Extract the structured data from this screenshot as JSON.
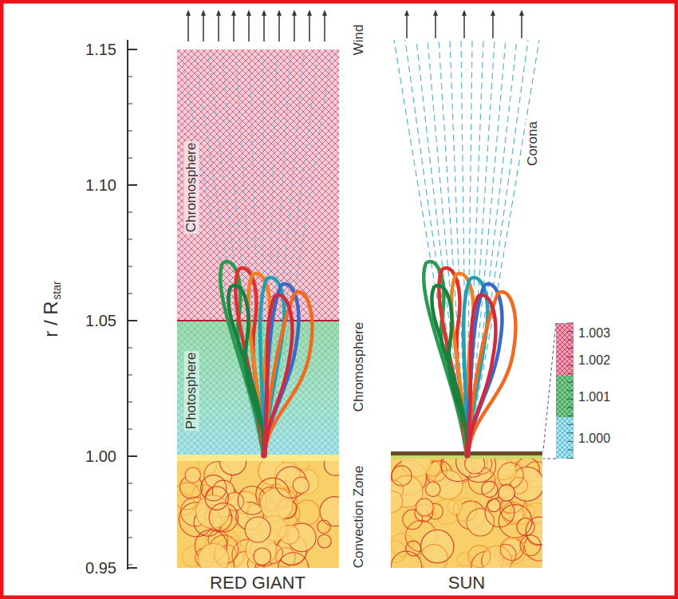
{
  "diagram": {
    "labels": [
      "1.15",
      "1.10",
      "1.05",
      "1.00",
      "0.95",
      "r / R",
      "star",
      "Wind",
      "Chromosphere",
      "Photosphere",
      "Chromosphere",
      "Convection Zone",
      "Corona",
      "1.003",
      "1.002",
      "1.001",
      "1.000",
      "RED GIANT",
      "SUN"
    ]
  }
}
